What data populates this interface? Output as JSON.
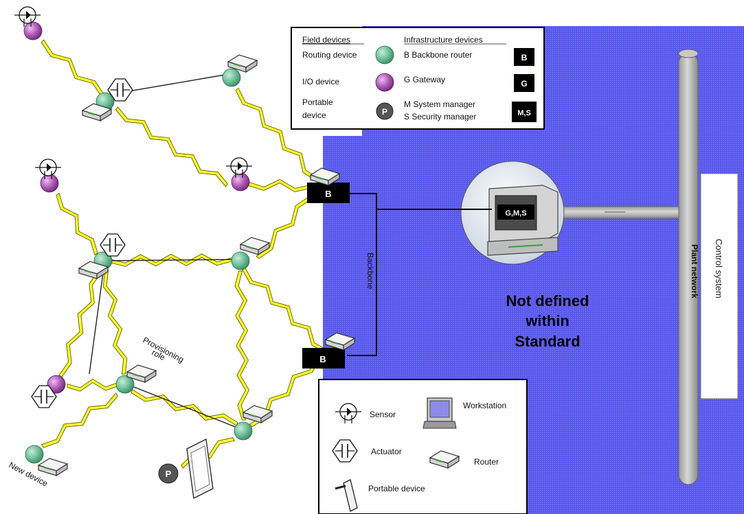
{
  "colors": {
    "plant_area": "#5c5cf0",
    "routing_device": "#6ec19a",
    "io_device": "#b05ab8",
    "wireless_link": "#ffff33",
    "backbone_box": "#000000"
  },
  "legend_top": {
    "field_heading": "Field devices",
    "infra_heading": "Infrastructure devices",
    "routing_label": "Routing device",
    "io_label": "I/O device",
    "portable_label_1": "Portable",
    "portable_label_2": "device",
    "portable_badge": "P",
    "backbone_label": "B  Backbone router",
    "backbone_badge": "B",
    "gateway_label": "G  Gateway",
    "gateway_badge": "G",
    "system_manager_label": "M  System manager",
    "security_manager_label": "S  Security manager",
    "ms_badge": "M,S"
  },
  "legend_bottom": {
    "sensor_label": "Sensor",
    "workstation_label": "Workstation",
    "actuator_label": "Actuator",
    "router_label": "Router",
    "portable_label": "Portable device"
  },
  "diagram": {
    "backbone_label": "Backbone",
    "router_badge": "B",
    "workstation_screen": "G,M,S",
    "not_defined_1": "Not defined",
    "not_defined_2": "within",
    "not_defined_3": "Standard",
    "plant_network_label": "Plant network",
    "control_system_label": "Control system",
    "provisioning_1": "Provisioning",
    "provisioning_2": "role",
    "new_device_label": "New device",
    "portable_badge": "P"
  }
}
